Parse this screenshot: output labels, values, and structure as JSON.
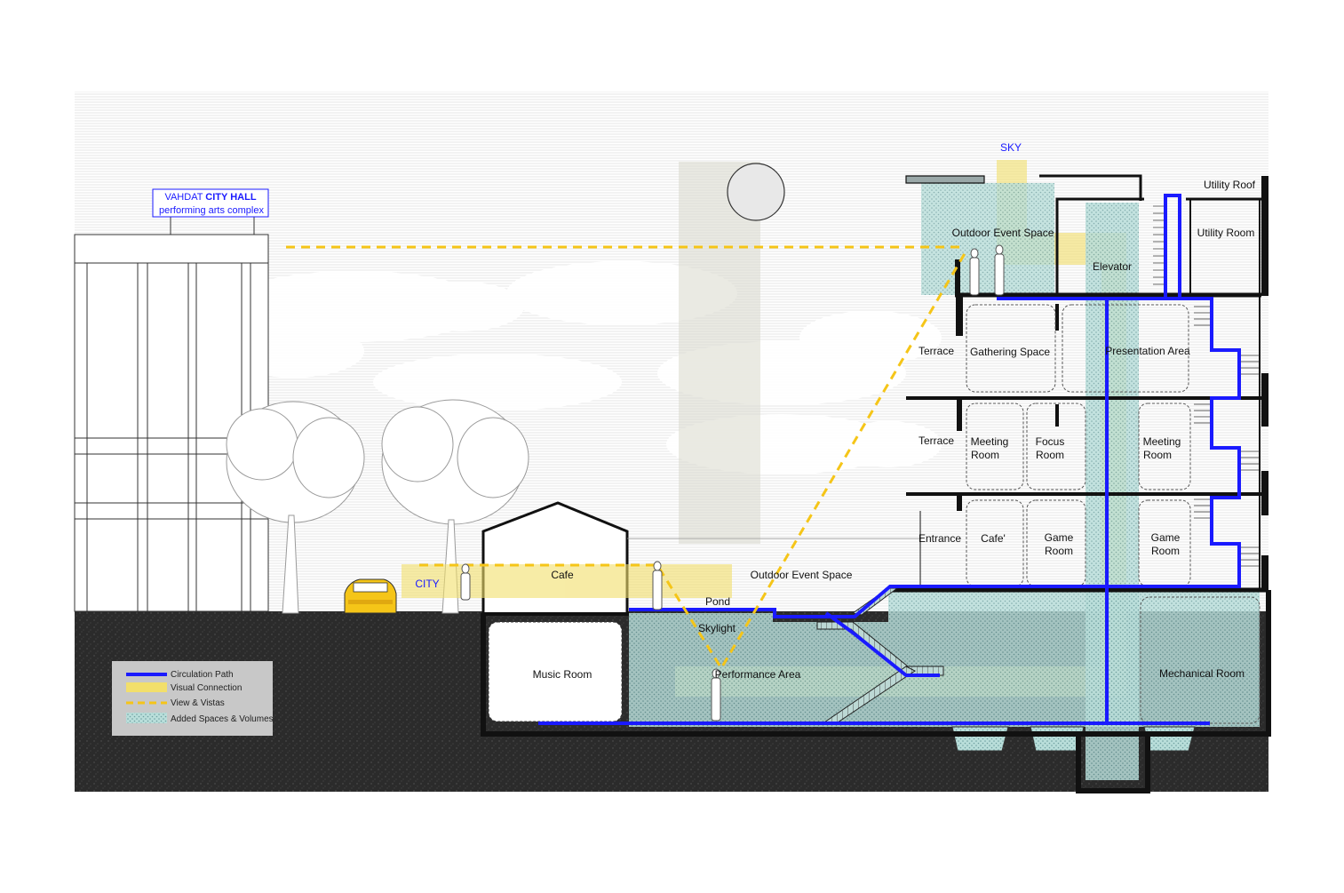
{
  "sign": {
    "line1_prefix": "VAHDAT ",
    "line1_bold": "CITY HALL",
    "line2": "performing arts complex"
  },
  "labels": {
    "sky": "SKY",
    "city": "CITY",
    "cafe": "Cafe",
    "pond": "Pond",
    "skylight": "Skylight",
    "outdoor_event_space_ground": "Outdoor Event Space",
    "outdoor_event_space_roof": "Outdoor Event Space",
    "music_room": "Music Room",
    "performance_area": "Performance Area",
    "mechanical_room": "Mechanical Room",
    "elevator": "Elevator",
    "utility_roof": "Utility Roof",
    "utility_room": "Utility Room",
    "terrace_upper": "Terrace",
    "terrace_middle": "Terrace",
    "gathering_space": "Gathering Space",
    "presentation_area": "Presentation Area",
    "meeting_room_left_1": "Meeting",
    "meeting_room_left_2": "Room",
    "focus_room_1": "Focus",
    "focus_room_2": "Room",
    "meeting_room_right_1": "Meeting",
    "meeting_room_right_2": "Room",
    "entrance": "Entrance",
    "cafe_upper": "Cafe'",
    "game_room_left_1": "Game",
    "game_room_left_2": "Room",
    "game_room_right_1": "Game",
    "game_room_right_2": "Room"
  },
  "legend": {
    "circulation": "Circulation Path",
    "visual": "Visual Connection",
    "view": "View & Vistas",
    "added": "Added Spaces & Volumes"
  },
  "colors": {
    "circulation": "#1a1aff",
    "visual": "#f2df6b",
    "view": "#f5c518",
    "added": "#a8d4d0",
    "ground": "#2b2b2b",
    "legend_bg": "#c8c8c8"
  }
}
